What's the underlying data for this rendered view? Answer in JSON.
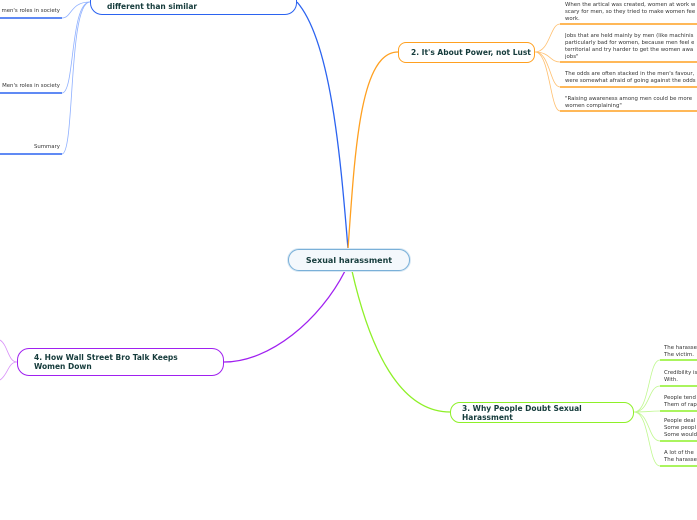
{
  "central": {
    "label": "Sexual harassment"
  },
  "branches": [
    {
      "label": "different than similar",
      "color": "#2b63f0",
      "children": [
        "men's roles in society",
        "Men's roles in society",
        "Summary"
      ]
    },
    {
      "label": "2. It's About Power, not Lust",
      "color": "#ffa020",
      "children": [
        "When the artical was created, women at work w\nscary for men, so they tried to make women fee\nwork.",
        "Jobs that are held mainly by men (like machinis\nparticularly bad for women, because men feel e\nterritorial and try harder to get the women awa\njobs\"",
        "The odds are often stacked in the men's favour,\nwere somewhat afraid of going against the odds",
        "\"Raising awareness among men could be more\nwomen complaining\""
      ]
    },
    {
      "label": "3. Why People Doubt Sexual Harassment",
      "color": "#8ef028",
      "children": [
        "The harasse\nThe victim.",
        "Credibility is\nWith.",
        "People tend\nThem of rap",
        "People deal\nSome peopl\nSome would",
        "A lot of the\nThe harasse"
      ]
    },
    {
      "label": "4. How Wall Street Bro Talk Keeps Women Down",
      "color": "#a020f0",
      "children": []
    }
  ]
}
